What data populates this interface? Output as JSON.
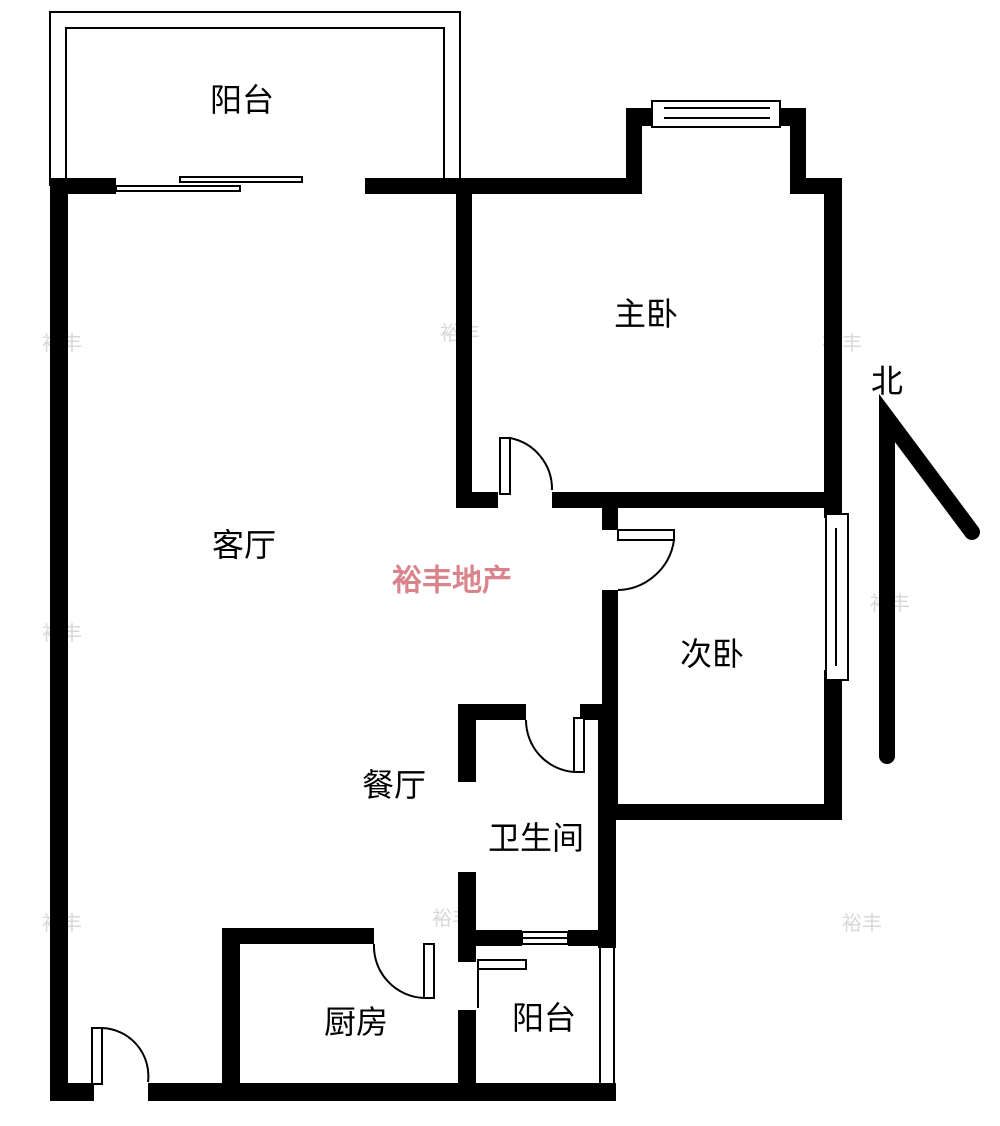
{
  "rooms": {
    "balcony_top": "阳台",
    "master_bedroom": "主卧",
    "living_room": "客厅",
    "second_bedroom": "次卧",
    "dining_room": "餐厅",
    "bathroom": "卫生间",
    "kitchen": "厨房",
    "balcony_bottom": "阳台"
  },
  "compass": {
    "north": "北"
  },
  "branding": {
    "name": "裕丰地产",
    "color": "#d9848c",
    "watermark": "裕丰"
  },
  "colors": {
    "wall": "#000000",
    "background": "#ffffff",
    "thin_line": "#000000"
  }
}
